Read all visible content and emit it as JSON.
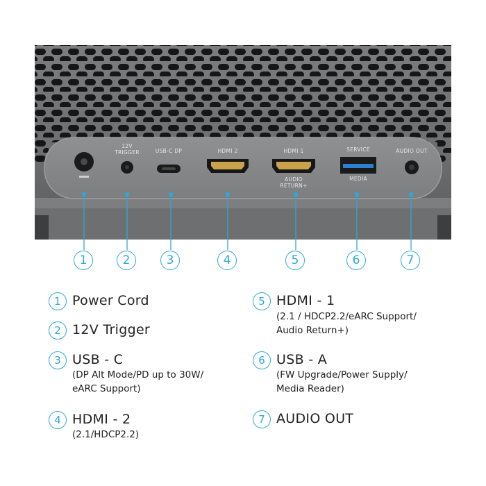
{
  "ports": [
    {
      "n": "1",
      "label": ""
    },
    {
      "n": "2",
      "label": "12V\nTRIGGER"
    },
    {
      "n": "3",
      "label": "USB-C DP"
    },
    {
      "n": "4",
      "label": "HDMI 2"
    },
    {
      "n": "5",
      "label": "HDMI 1",
      "sub": "AUDIO\nRETURN+"
    },
    {
      "n": "6",
      "label": "SERVICE",
      "sub": "MEDIA"
    },
    {
      "n": "7",
      "label": "AUDIO OUT"
    }
  ],
  "legend": [
    {
      "n": "1",
      "title": "Power Cord",
      "detail": ""
    },
    {
      "n": "2",
      "title": "12V Trigger",
      "detail": ""
    },
    {
      "n": "3",
      "title": "USB - C",
      "detail": "(DP Alt Mode/PD up to 30W/\neARC Support)"
    },
    {
      "n": "4",
      "title": "HDMI - 2",
      "detail": "(2.1/HDCP2.2)"
    },
    {
      "n": "5",
      "title": "HDMI - 1",
      "detail": "(2.1 / HDCP2.2/eARC Support/\nAudio Return+)"
    },
    {
      "n": "6",
      "title": "USB - A",
      "detail": "(FW Upgrade/Power Supply/\nMedia Reader)"
    },
    {
      "n": "7",
      "title": "AUDIO OUT",
      "detail": ""
    }
  ],
  "colors": {
    "accent": "#2fa8d8",
    "body": "#6e6f71",
    "panel": "#8a8b8d"
  }
}
